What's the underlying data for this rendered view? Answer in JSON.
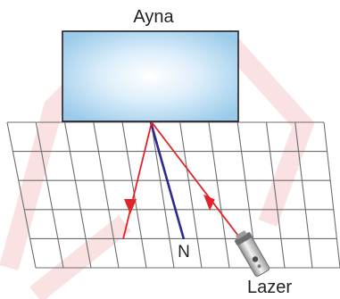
{
  "labels": {
    "mirror": "Ayna",
    "normal": "N",
    "laser": "Lazer"
  },
  "icons": {
    "laser_device": "laser-pointer-icon",
    "arrowhead": "arrowhead-icon"
  },
  "colors": {
    "watermark": "#f6c9cc",
    "grid": "#6d6e71",
    "mirror_edge": "#231f20",
    "mirror_center": "#ffffff",
    "mirror_mid": "#dceefb",
    "mirror_edge_fill": "#9bcbea",
    "ray": "#e2232a",
    "normal_line": "#2b2a8f",
    "laser_body": "#c8c8c8",
    "laser_dark": "#6d6e71",
    "text": "#231f20"
  }
}
